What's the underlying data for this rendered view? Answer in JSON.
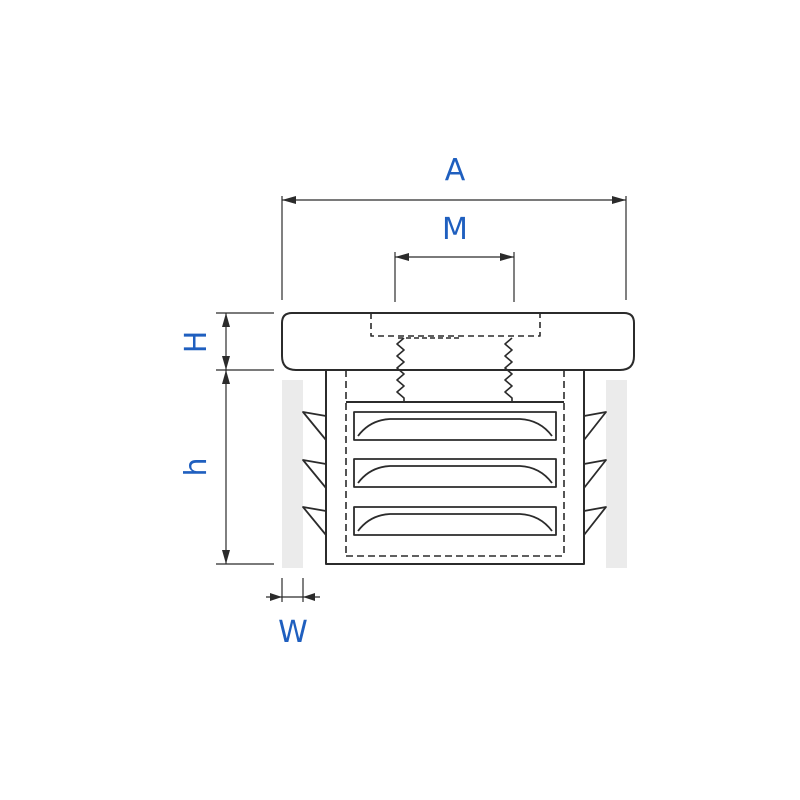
{
  "colors": {
    "outline": "#2b2b2b",
    "label": "#1f5fbf",
    "tube_wall": "#ebebeb",
    "background": "#ffffff"
  },
  "labels": {
    "A": "A",
    "M": "M",
    "H": "H",
    "h": "h",
    "W": "W"
  }
}
